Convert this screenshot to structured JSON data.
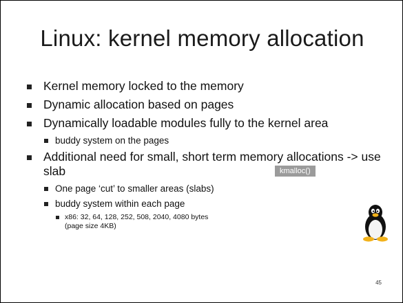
{
  "slide": {
    "title": "Linux: kernel memory allocation",
    "bullets": {
      "b1": "Kernel memory locked to the memory",
      "b2": "Dynamic allocation based on pages",
      "b3": "Dynamically loadable modules fully to the kernel area",
      "b3_sub": "buddy system  on the pages",
      "b4": "Additional need for small, short term memory allocations -> use slab",
      "b4_sub1": "One page ‘cut’ to smaller areas (slabs)",
      "b4_sub2": "buddy system within each page",
      "b4_sub2_sub": "x86: 32, 64, 128, 252, 508, 2040, 4080 bytes (page size 4KB)"
    },
    "badge": "kmalloc()",
    "page_number": "45",
    "image": {
      "icon": "tux-penguin-icon"
    }
  }
}
